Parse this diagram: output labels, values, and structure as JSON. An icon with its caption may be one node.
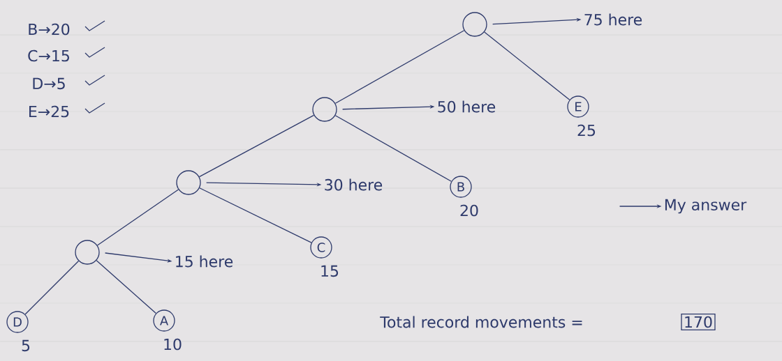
{
  "diagram": {
    "nodes": [
      {
        "text": [],
        "shape": "circle"
      },
      {
        "text": [
          "75 here"
        ]
      },
      {
        "text": [],
        "shape": "circle"
      },
      {
        "text": [
          "50 here"
        ]
      },
      {
        "text": [
          "E"
        ],
        "beside": [
          "25"
        ]
      },
      {
        "text": [],
        "shape": "circle"
      },
      {
        "text": [
          "30 here"
        ]
      },
      {
        "text": [
          "B"
        ],
        "beside": [
          "20"
        ]
      },
      {
        "text": [],
        "shape": "circle"
      },
      {
        "text": [
          "15 here"
        ]
      },
      {
        "text": [
          "C"
        ],
        "beside": [
          "15"
        ]
      },
      {
        "text": [
          "D"
        ],
        "beside": [
          "5"
        ]
      },
      {
        "text": [
          "A"
        ],
        "beside": [
          "10"
        ]
      },
      {
        "text": [
          "My answer"
        ]
      },
      {
        "text": [
          "170"
        ]
      }
    ],
    "edges": [
      {
        "from": 0,
        "to": 2,
        "arrow": "none"
      },
      {
        "from": 0,
        "to": 4,
        "arrow": "none"
      },
      {
        "from": 2,
        "to": 5,
        "arrow": "none"
      },
      {
        "from": 2,
        "to": 7,
        "arrow": "none"
      },
      {
        "from": 5,
        "to": 8,
        "arrow": "none"
      },
      {
        "from": 5,
        "to": 10,
        "arrow": "none"
      },
      {
        "from": 8,
        "to": 11,
        "arrow": "none"
      },
      {
        "from": 8,
        "to": 12,
        "arrow": "none"
      },
      {
        "from": 0,
        "to": 1,
        "arrow": "to"
      },
      {
        "from": 2,
        "to": 3,
        "arrow": "to"
      },
      {
        "from": 5,
        "to": 6,
        "arrow": "to"
      },
      {
        "from": 8,
        "to": 9,
        "arrow": "to"
      },
      {
        "from": null,
        "to": 13,
        "arrow": "to"
      }
    ],
    "labels": [
      "B→20",
      "C→15",
      "D→5",
      "E→25",
      "Total record movements ="
    ]
  }
}
